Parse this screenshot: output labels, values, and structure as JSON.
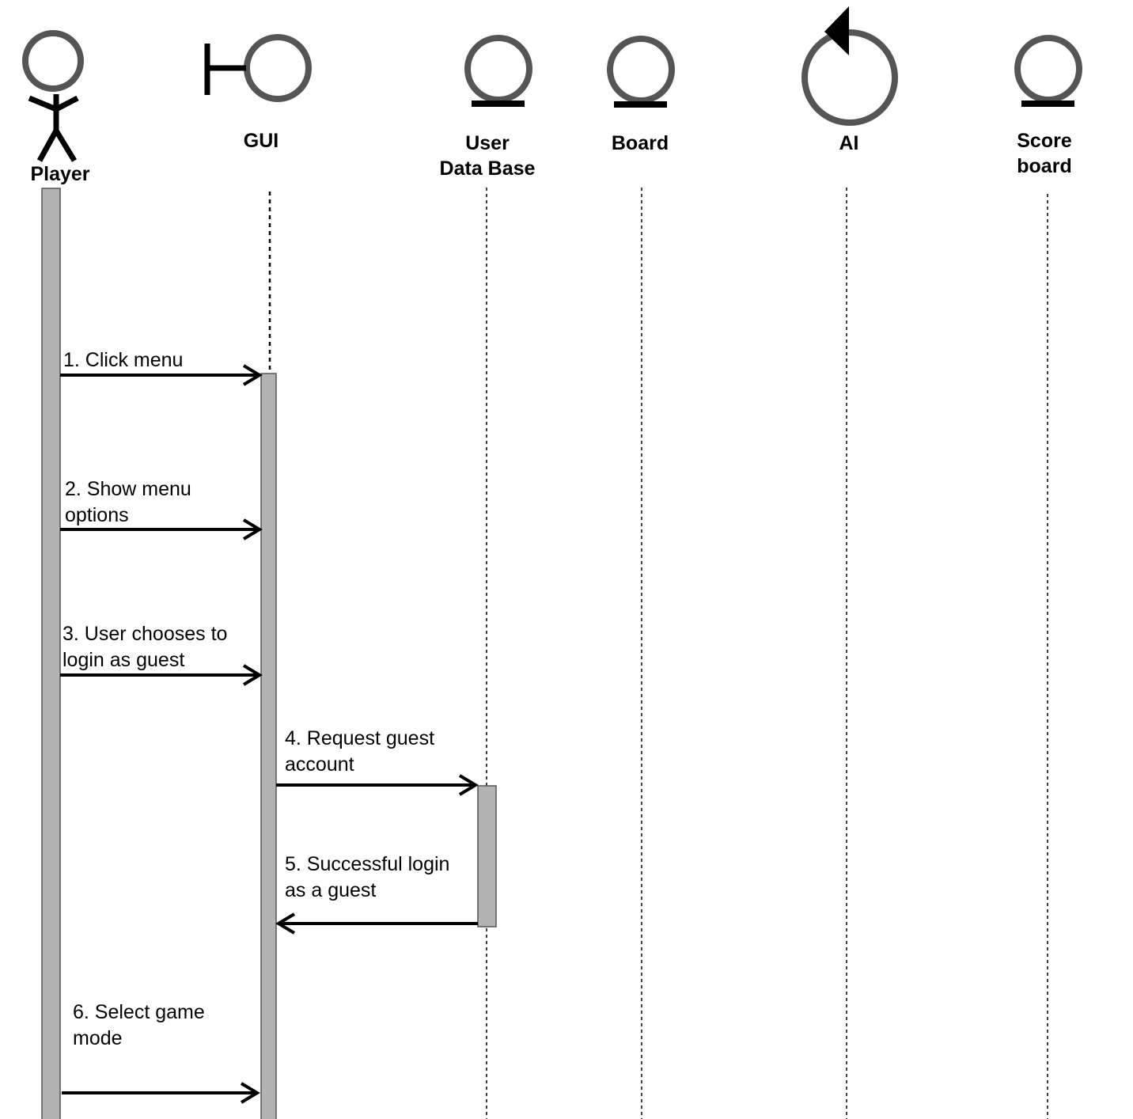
{
  "participants": [
    {
      "id": "player",
      "name": "Player",
      "kind": "actor-icon"
    },
    {
      "id": "gui",
      "name": "GUI",
      "kind": "boundary-icon"
    },
    {
      "id": "userdb",
      "name": "User\nData Base",
      "kind": "entity-icon"
    },
    {
      "id": "board",
      "name": "Board",
      "kind": "entity-icon"
    },
    {
      "id": "ai",
      "name": "AI",
      "kind": "control-icon"
    },
    {
      "id": "scoreboard",
      "name": "Score\nboard",
      "kind": "entity-icon"
    }
  ],
  "messages": [
    {
      "id": "m1",
      "label": "1. Click menu",
      "from": "player",
      "to": "gui"
    },
    {
      "id": "m2",
      "label": "2. Show menu\noptions",
      "from": "player",
      "to": "gui"
    },
    {
      "id": "m3",
      "label": "3. User chooses to\nlogin as guest",
      "from": "player",
      "to": "gui"
    },
    {
      "id": "m4",
      "label": "4. Request guest\naccount",
      "from": "gui",
      "to": "userdb"
    },
    {
      "id": "m5",
      "label": "5. Successful login\nas a guest",
      "from": "userdb",
      "to": "gui"
    },
    {
      "id": "m6",
      "label": "6. Select game\nmode",
      "from": "player",
      "to": "gui"
    }
  ],
  "colors": {
    "icon_stroke": "#555555",
    "activation_fill": "#b3b3b3",
    "line": "#000000"
  }
}
